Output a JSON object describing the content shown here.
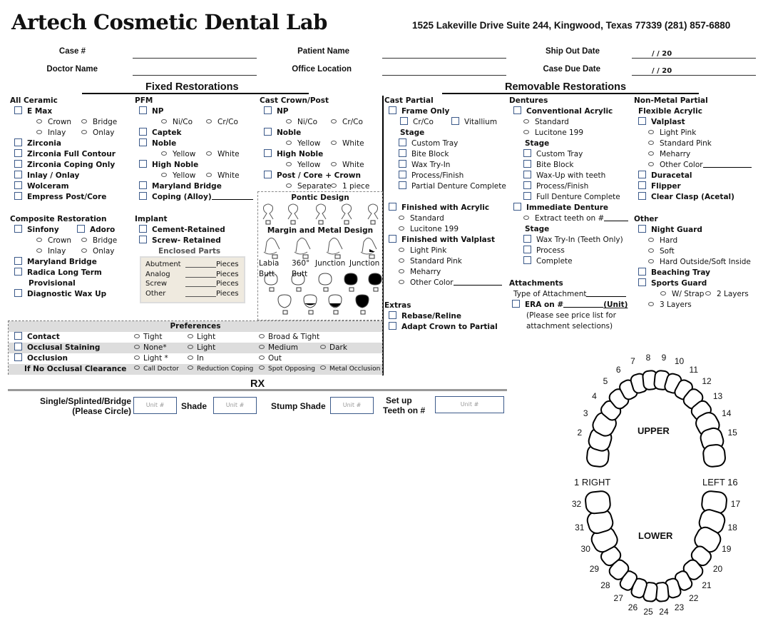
{
  "header": {
    "title": "Artech Cosmetic Dental Lab",
    "address": "1525 Lakeville Drive Suite 244, Kingwood, Texas 77339  (281) 857-6880",
    "case_label": "Case #",
    "patient_label": "Patient Name",
    "ship_label": "Ship Out Date",
    "doctor_label": "Doctor Name",
    "office_label": "Office Location",
    "due_label": "Case Due Date",
    "date_template": "/       /  20"
  },
  "fixed": {
    "title": "Fixed Restorations",
    "all_ceramic": {
      "heading": "All Ceramic",
      "rows": [
        {
          "t": "c",
          "l": "E Max"
        },
        {
          "t": "r",
          "o": [
            "Crown",
            "Bridge"
          ]
        },
        {
          "t": "r",
          "o": [
            "Inlay",
            "Onlay"
          ]
        },
        {
          "t": "c",
          "l": "Zirconia"
        },
        {
          "t": "c",
          "l": "Zirconia Full Contour"
        },
        {
          "t": "c",
          "l": "Zirconia Coping Only"
        },
        {
          "t": "c",
          "l": "Inlay / Onlay"
        },
        {
          "t": "c",
          "l": "Wolceram"
        },
        {
          "t": "c",
          "l": "Empress Post/Core"
        }
      ]
    },
    "pfm": {
      "heading": "PFM",
      "rows": [
        {
          "t": "c",
          "l": "NP"
        },
        {
          "t": "r",
          "o": [
            "Ni/Co",
            "Cr/Co"
          ]
        },
        {
          "t": "c",
          "l": "Captek"
        },
        {
          "t": "c",
          "l": "Noble"
        },
        {
          "t": "r",
          "o": [
            "Yellow",
            "White"
          ]
        },
        {
          "t": "c",
          "l": "High Noble"
        },
        {
          "t": "r",
          "o": [
            "Yellow",
            "White"
          ]
        },
        {
          "t": "c",
          "l": "Maryland Bridge"
        },
        {
          "t": "cl",
          "l": "Coping (Alloy)"
        }
      ]
    },
    "cast_crown": {
      "heading": "Cast Crown/Post",
      "rows": [
        {
          "t": "c",
          "l": "NP"
        },
        {
          "t": "r",
          "o": [
            "Ni/Co",
            "Cr/Co"
          ]
        },
        {
          "t": "c",
          "l": "Noble"
        },
        {
          "t": "r",
          "o": [
            "Yellow",
            "White"
          ]
        },
        {
          "t": "c",
          "l": "High Noble"
        },
        {
          "t": "r",
          "o": [
            "Yellow",
            "White"
          ]
        },
        {
          "t": "c",
          "l": "Post / Core + Crown"
        },
        {
          "t": "r",
          "o": [
            "Separate",
            "1 piece"
          ]
        }
      ]
    },
    "composite": {
      "heading": "Composite Restoration",
      "rows": [
        {
          "t": "c2",
          "o": [
            "Sinfony",
            "Adoro"
          ]
        },
        {
          "t": "r",
          "o": [
            "Crown",
            "Bridge"
          ]
        },
        {
          "t": "r",
          "o": [
            "Inlay",
            "Onlay"
          ]
        },
        {
          "t": "c",
          "l": "Maryland Bridge"
        },
        {
          "t": "c",
          "l": "Radica Long Term"
        },
        {
          "t": "tx",
          "l": "Provisional"
        },
        {
          "t": "c",
          "l": "Diagnostic Wax Up"
        }
      ]
    },
    "implant": {
      "heading": "Implant",
      "rows": [
        {
          "t": "c",
          "l": "Cement-Retained"
        },
        {
          "t": "c",
          "l": "Screw- Retained"
        },
        {
          "t": "g",
          "l": "Enclosed Parts"
        }
      ]
    },
    "parts": {
      "unit": "Pieces",
      "items": [
        "Abutment",
        "Analog",
        "Screw",
        "Other"
      ]
    },
    "pontic": {
      "title": "Pontic Design",
      "margin_title": "Margin and Metal Design",
      "margin_labels": [
        "Labia\nButt",
        "360°\nButt",
        "Junction",
        "Junction"
      ]
    },
    "preferences": {
      "title": "Preferences",
      "rows": [
        {
          "label": "Contact",
          "check": true,
          "options": [
            "Tight",
            "Light",
            "Broad & Tight"
          ]
        },
        {
          "label": "Occlusal Staining",
          "check": true,
          "options": [
            "None*",
            "Light",
            "Medium",
            "Dark"
          ]
        },
        {
          "label": "Occlusion",
          "check": true,
          "options": [
            "Light *",
            "In",
            "Out"
          ]
        },
        {
          "label": "If No Occlusal Clearance",
          "check": false,
          "options": [
            "Call Doctor",
            "Reduction Coping",
            "Spot Opposing",
            "Metal Occlusion"
          ]
        }
      ]
    }
  },
  "removable": {
    "title": "Removable Restorations",
    "cast_partial": {
      "heading": "Cast Partial",
      "rows": [
        {
          "t": "c",
          "l": "Frame Only"
        },
        {
          "t": "c2s",
          "o": [
            "Cr/Co",
            "Vitallium"
          ]
        },
        {
          "t": "s",
          "l": "Stage"
        },
        {
          "t": "cs",
          "l": "Custom Tray"
        },
        {
          "t": "cs",
          "l": "Bite Block"
        },
        {
          "t": "cs",
          "l": "Wax Try-In"
        },
        {
          "t": "cs",
          "l": "Process/Finish"
        },
        {
          "t": "cs",
          "l": "Partial Denture Complete"
        },
        {
          "t": "b"
        },
        {
          "t": "c",
          "l": "Finished with Acrylic"
        },
        {
          "t": "r1",
          "l": "Standard"
        },
        {
          "t": "r1",
          "l": "Lucitone 199"
        },
        {
          "t": "c",
          "l": "Finished with Valplast"
        },
        {
          "t": "r1",
          "l": "Light Pink"
        },
        {
          "t": "r1",
          "l": "Standard Pink"
        },
        {
          "t": "r1",
          "l": "Meharry"
        },
        {
          "t": "r1l",
          "l": "Other Color"
        }
      ]
    },
    "dentures": {
      "heading": "Dentures",
      "rows": [
        {
          "t": "c",
          "l": "Conventional Acrylic"
        },
        {
          "t": "r1",
          "l": "Standard"
        },
        {
          "t": "r1",
          "l": "Lucitone 199"
        },
        {
          "t": "s",
          "l": "Stage"
        },
        {
          "t": "cs",
          "l": "Custom Tray"
        },
        {
          "t": "cs",
          "l": "Bite Block"
        },
        {
          "t": "cs",
          "l": "Wax-Up with teeth"
        },
        {
          "t": "cs",
          "l": "Process/Finish"
        },
        {
          "t": "cs",
          "l": "Full Denture Complete"
        },
        {
          "t": "c",
          "l": "Immediate Denture"
        },
        {
          "t": "r1l",
          "l": "Extract teeth on #"
        },
        {
          "t": "s",
          "l": "Stage"
        },
        {
          "t": "cs",
          "l": "Wax Try-In (Teeth Only)"
        },
        {
          "t": "cs",
          "l": "Process"
        },
        {
          "t": "cs",
          "l": "Complete"
        }
      ]
    },
    "non_metal": {
      "heading": "Non-Metal Partial",
      "rows": [
        {
          "t": "s0",
          "l": "Flexible Acrylic"
        },
        {
          "t": "c",
          "l": "Valplast"
        },
        {
          "t": "r1",
          "l": "Light Pink"
        },
        {
          "t": "r1",
          "l": "Standard Pink"
        },
        {
          "t": "r1",
          "l": "Meharry"
        },
        {
          "t": "r1l",
          "l": "Other Color"
        },
        {
          "t": "c",
          "l": "Duracetal"
        },
        {
          "t": "c",
          "l": "Flipper"
        },
        {
          "t": "c",
          "l": "Clear Clasp (Acetal)"
        }
      ]
    },
    "other": {
      "heading": "Other",
      "rows": [
        {
          "t": "c",
          "l": "Night Guard"
        },
        {
          "t": "r1",
          "l": "Hard"
        },
        {
          "t": "r1",
          "l": "Soft"
        },
        {
          "t": "r1",
          "l": "Hard Outside/Soft Inside"
        },
        {
          "t": "c",
          "l": "Beaching Tray"
        },
        {
          "t": "c",
          "l": "Sports Guard"
        },
        {
          "t": "r",
          "o": [
            "W/ Strap",
            "2 Layers"
          ]
        },
        {
          "t": "r1",
          "l": "3 Layers"
        }
      ]
    },
    "attachments": {
      "heading": "Attachments",
      "rows": [
        {
          "t": "tl",
          "l": "Type of Attachment"
        },
        {
          "t": "era",
          "l": "ERA on #",
          "u": "(Unit)"
        },
        {
          "t": "n",
          "l": "(Please see price list for"
        },
        {
          "t": "n",
          "l": "attachment selections)"
        }
      ]
    },
    "extras": {
      "heading": "Extras",
      "rows": [
        {
          "t": "c",
          "l": "Rebase/Reline"
        },
        {
          "t": "c",
          "l": "Adapt Crown to Partial"
        }
      ]
    }
  },
  "rx": {
    "title": "RX",
    "single": "Single/Splinted/Bridge",
    "please": "(Please Circle)",
    "shade": "Shade",
    "stump": "Stump Shade",
    "setup1": "Set up",
    "setup2": "Teeth on #",
    "placeholder": "Unit #"
  },
  "chart": {
    "upper": "UPPER",
    "lower": "LOWER",
    "right": "1 RIGHT",
    "left": "LEFT 16",
    "upper_numbers": [
      "2",
      "3",
      "4",
      "5",
      "6",
      "7",
      "8",
      "9",
      "10",
      "11",
      "12",
      "13",
      "14",
      "15"
    ],
    "lower_numbers": [
      "17",
      "18",
      "19",
      "20",
      "21",
      "22",
      "23",
      "24",
      "25",
      "26",
      "27",
      "28",
      "29",
      "30",
      "31",
      "32"
    ]
  }
}
